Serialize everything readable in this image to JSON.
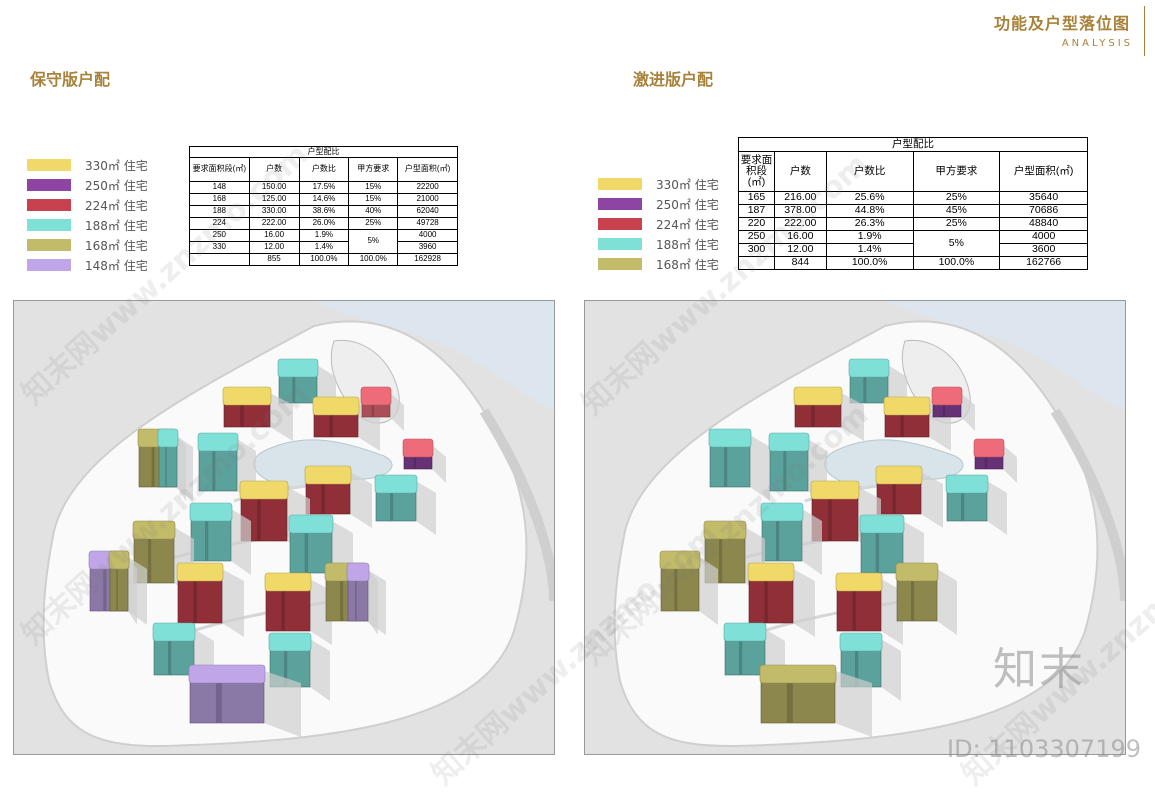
{
  "header": {
    "title": "功能及户型落位图",
    "subtitle": "ANALYSIS"
  },
  "colors": {
    "c330": "#f0d968",
    "c250": "#8e44a3",
    "c224": "#c8414e",
    "c188": "#7fe0d8",
    "c168": "#c2bb6a",
    "c148": "#c0a6e8"
  },
  "left": {
    "title": "保守版户配",
    "legend": [
      {
        "label": "330㎡ 住宅",
        "color": "#f0d968"
      },
      {
        "label": "250㎡ 住宅",
        "color": "#8e44a3"
      },
      {
        "label": "224㎡ 住宅",
        "color": "#c8414e"
      },
      {
        "label": "188㎡ 住宅",
        "color": "#7fe0d8"
      },
      {
        "label": "168㎡ 住宅",
        "color": "#c2bb6a"
      },
      {
        "label": "148㎡ 住宅",
        "color": "#c0a6e8"
      }
    ],
    "table": {
      "title": "户型配比",
      "headers": [
        "要求面积段(㎡)",
        "户数",
        "户数比",
        "甲方要求",
        "户型面积(㎡)"
      ],
      "rows": [
        [
          "148",
          "150.00",
          "17.5%",
          "15%",
          "22200"
        ],
        [
          "168",
          "125.00",
          "14.6%",
          "15%",
          "21000"
        ],
        [
          "188",
          "330.00",
          "38.6%",
          "40%",
          "62040"
        ],
        [
          "224",
          "222.00",
          "26.0%",
          "25%",
          "49728"
        ],
        [
          "250",
          "16.00",
          "1.9%",
          "5%",
          "4000"
        ],
        [
          "330",
          "12.00",
          "1.4%",
          "",
          "3960"
        ]
      ],
      "total": [
        "",
        "855",
        "100.0%",
        "100.0%",
        "162928"
      ]
    }
  },
  "right": {
    "title": "激进版户配",
    "legend": [
      {
        "label": "330㎡ 住宅",
        "color": "#f0d968"
      },
      {
        "label": "250㎡ 住宅",
        "color": "#8e44a3"
      },
      {
        "label": "224㎡ 住宅",
        "color": "#c8414e"
      },
      {
        "label": "188㎡ 住宅",
        "color": "#7fe0d8"
      },
      {
        "label": "168㎡ 住宅",
        "color": "#c2bb6a"
      }
    ],
    "table": {
      "title": "户型配比",
      "headers": [
        "要求面积段(㎡)",
        "户数",
        "户数比",
        "甲方要求",
        "户型面积(㎡)"
      ],
      "rows": [
        [
          "165",
          "216.00",
          "25.6%",
          "25%",
          "35640"
        ],
        [
          "187",
          "378.00",
          "44.8%",
          "45%",
          "70686"
        ],
        [
          "220",
          "222.00",
          "26.3%",
          "25%",
          "48840"
        ],
        [
          "250",
          "16.00",
          "1.9%",
          "5%",
          "4000"
        ],
        [
          "300",
          "12.00",
          "1.4%",
          "",
          "3600"
        ]
      ],
      "total": [
        "",
        "844",
        "100.0%",
        "100.0%",
        "162766"
      ]
    }
  },
  "watermark": {
    "text": "知末网www.znzmo.com",
    "brand": "知末",
    "id": "ID: 1103307199"
  }
}
